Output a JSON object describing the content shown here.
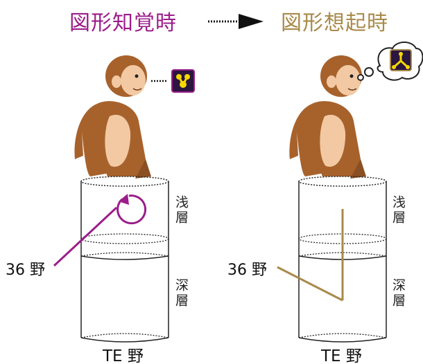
{
  "left_panel": {
    "title": "図形知覚時",
    "upper_layer_label": "浅層",
    "deep_layer_label": "深層",
    "area36_label": "36 野",
    "te_label": "TE 野"
  },
  "right_panel": {
    "title": "図形想起時",
    "upper_layer_label": "浅層",
    "deep_layer_label": "深層",
    "area36_label": "36 野",
    "te_label": "TE 野"
  },
  "colors": {
    "perception": "#9b1d8a",
    "recall": "#a88a4a",
    "monkey_fur": "#a7622c",
    "monkey_face": "#f2c9a3",
    "stimulus_yellow": "#f4d800"
  },
  "icons": {
    "left_stimulus": "yellow-figure-icon",
    "right_stimulus": "yellow-figure-in-thought-bubble-icon"
  }
}
